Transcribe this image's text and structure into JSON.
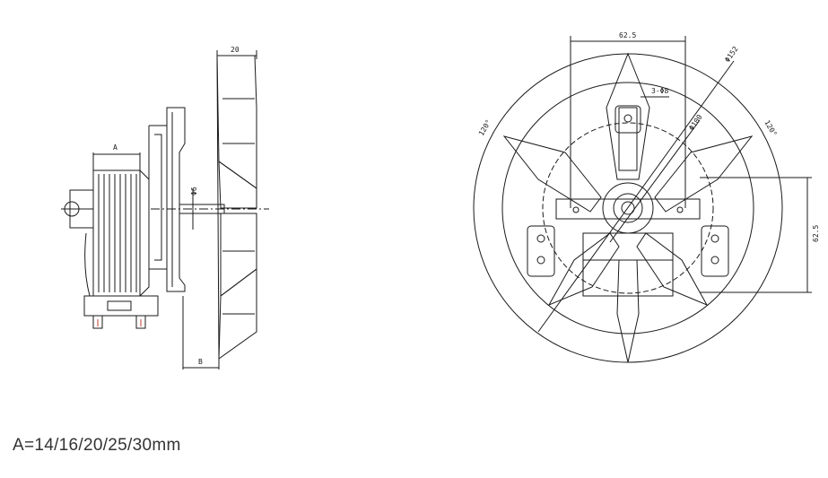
{
  "side_view": {
    "dim_width": "20",
    "dim_a": "A",
    "dim_b": "B",
    "dim_shaft": "Φ6"
  },
  "front_view": {
    "dim_top": "62.5",
    "dim_right": "62.5",
    "dim_outer": "Φ152",
    "dim_bolt": "Φ100",
    "dim_holes": "3-Φ8",
    "angle_left": "120°",
    "angle_right": "120°"
  },
  "caption": "A=14/16/20/25/30mm",
  "colors": {
    "line": "#1a1a1a",
    "text": "#333333"
  }
}
